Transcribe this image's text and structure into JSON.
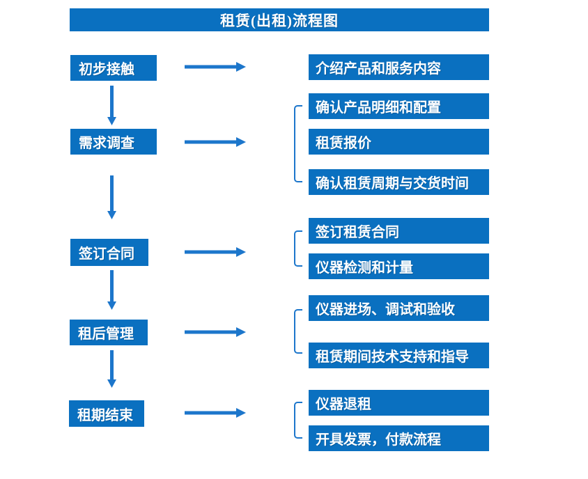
{
  "title": "租赁(出租)流程图",
  "colors": {
    "box_blue": "#0a70c0",
    "arrow_blue": "#1c76cb",
    "text_white": "#ffffff"
  },
  "stages": [
    {
      "label": "初步接触",
      "details": [
        "介绍产品和服务内容"
      ]
    },
    {
      "label": "需求调查",
      "details": [
        "确认产品明细和配置",
        "租赁报价",
        "确认租赁周期与交货时间"
      ]
    },
    {
      "label": "签订合同",
      "details": [
        "签订租赁合同",
        "仪器检测和计量"
      ]
    },
    {
      "label": "租后管理",
      "details": [
        "仪器进场、调试和验收",
        "租赁期间技术支持和指导"
      ]
    },
    {
      "label": "租期结束",
      "details": [
        "仪器退租",
        "开具发票，付款流程"
      ]
    }
  ]
}
